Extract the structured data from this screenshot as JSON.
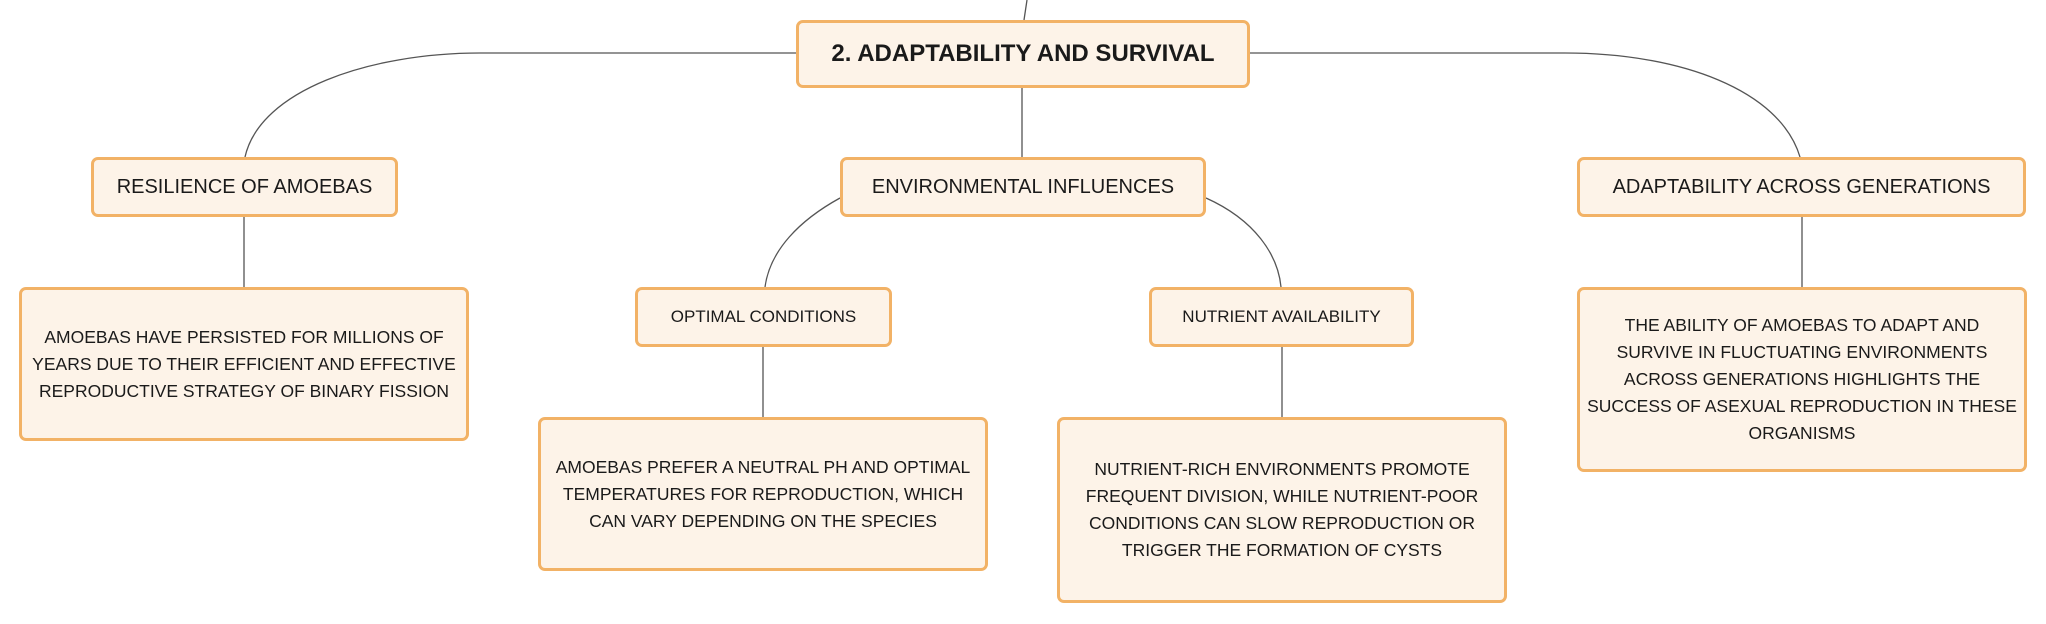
{
  "root": {
    "label": "2. ADAPTABILITY AND SURVIVAL"
  },
  "branches": {
    "resilience": {
      "label": "RESILIENCE OF AMOEBAS",
      "detail": "AMOEBAS HAVE PERSISTED FOR MILLIONS OF YEARS DUE TO THEIR EFFICIENT AND EFFECTIVE REPRODUCTIVE STRATEGY OF BINARY FISSION"
    },
    "environmental": {
      "label": "ENVIRONMENTAL INFLUENCES",
      "children": {
        "optimal": {
          "label": "OPTIMAL CONDITIONS",
          "detail": "AMOEBAS PREFER A NEUTRAL PH AND OPTIMAL TEMPERATURES FOR REPRODUCTION, WHICH CAN VARY DEPENDING ON THE SPECIES"
        },
        "nutrient": {
          "label": "NUTRIENT AVAILABILITY",
          "detail": "NUTRIENT-RICH ENVIRONMENTS PROMOTE FREQUENT DIVISION, WHILE NUTRIENT-POOR CONDITIONS CAN SLOW REPRODUCTION OR TRIGGER THE FORMATION OF CYSTS"
        }
      }
    },
    "generations": {
      "label": "ADAPTABILITY ACROSS GENERATIONS",
      "detail": "THE ABILITY OF AMOEBAS TO ADAPT AND SURVIVE IN FLUCTUATING ENVIRONMENTS ACROSS GENERATIONS HIGHLIGHTS THE SUCCESS OF ASEXUAL REPRODUCTION IN THESE ORGANISMS"
    }
  }
}
